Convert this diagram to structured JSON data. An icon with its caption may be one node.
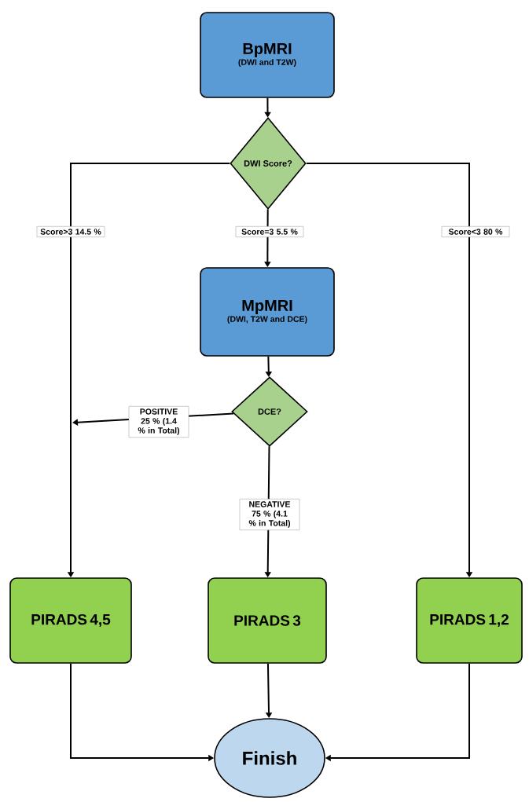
{
  "diagram": {
    "nodes": [
      {
        "text": [
          "BpMRI",
          "(DWI and T2W)"
        ]
      },
      {
        "text": [
          "DWI Score?"
        ]
      },
      {
        "text": [
          "MpMRI",
          "(DWI, T2W and DCE)"
        ]
      },
      {
        "text": [
          "DCE?"
        ]
      },
      {
        "text": [
          "PIRADS 4,5"
        ]
      },
      {
        "text": [
          "PIRADS 3"
        ]
      },
      {
        "text": [
          "PIRADS 1,2"
        ]
      },
      {
        "text": [
          "Finish"
        ]
      }
    ],
    "edges": [
      {
        "from": 0,
        "to": 1,
        "arrow": "to"
      },
      {
        "from": 1,
        "to": 4,
        "arrow": "to",
        "label": "Score>3 14.5 %"
      },
      {
        "from": 1,
        "to": 2,
        "arrow": "to",
        "label": "Score=3 5.5 %"
      },
      {
        "from": 1,
        "to": 6,
        "arrow": "to",
        "label": "Score<3 80 %"
      },
      {
        "from": 2,
        "to": 3,
        "arrow": "to"
      },
      {
        "from": 3,
        "to": null,
        "arrow": "to",
        "label": "POSITIVE 25 % (1.4 % in Total)"
      },
      {
        "from": 3,
        "to": 5,
        "arrow": "to",
        "label": "NEGATIVE 75 % (4.1 % in Total)"
      },
      {
        "from": 4,
        "to": 7,
        "arrow": "to"
      },
      {
        "from": 5,
        "to": 7,
        "arrow": "to"
      },
      {
        "from": 6,
        "to": 7,
        "arrow": "to"
      }
    ]
  }
}
